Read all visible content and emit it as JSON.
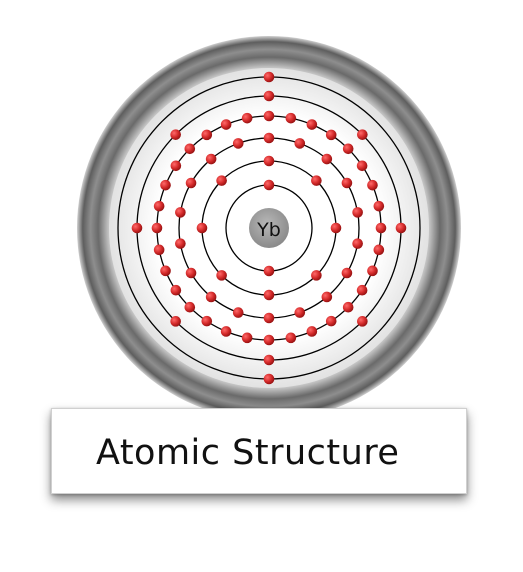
{
  "diagram": {
    "element_symbol": "Yb",
    "caption": "Atomic Structure",
    "shells": [
      {
        "electrons": 2
      },
      {
        "electrons": 8
      },
      {
        "electrons": 18
      },
      {
        "electrons": 32
      },
      {
        "electrons": 8
      },
      {
        "electrons": 2
      }
    ],
    "colors": {
      "electron": "#d42a2a",
      "nucleus": "#9a9a9a",
      "orbit": "#000000",
      "outer_ring": "#6e6e6e"
    }
  }
}
